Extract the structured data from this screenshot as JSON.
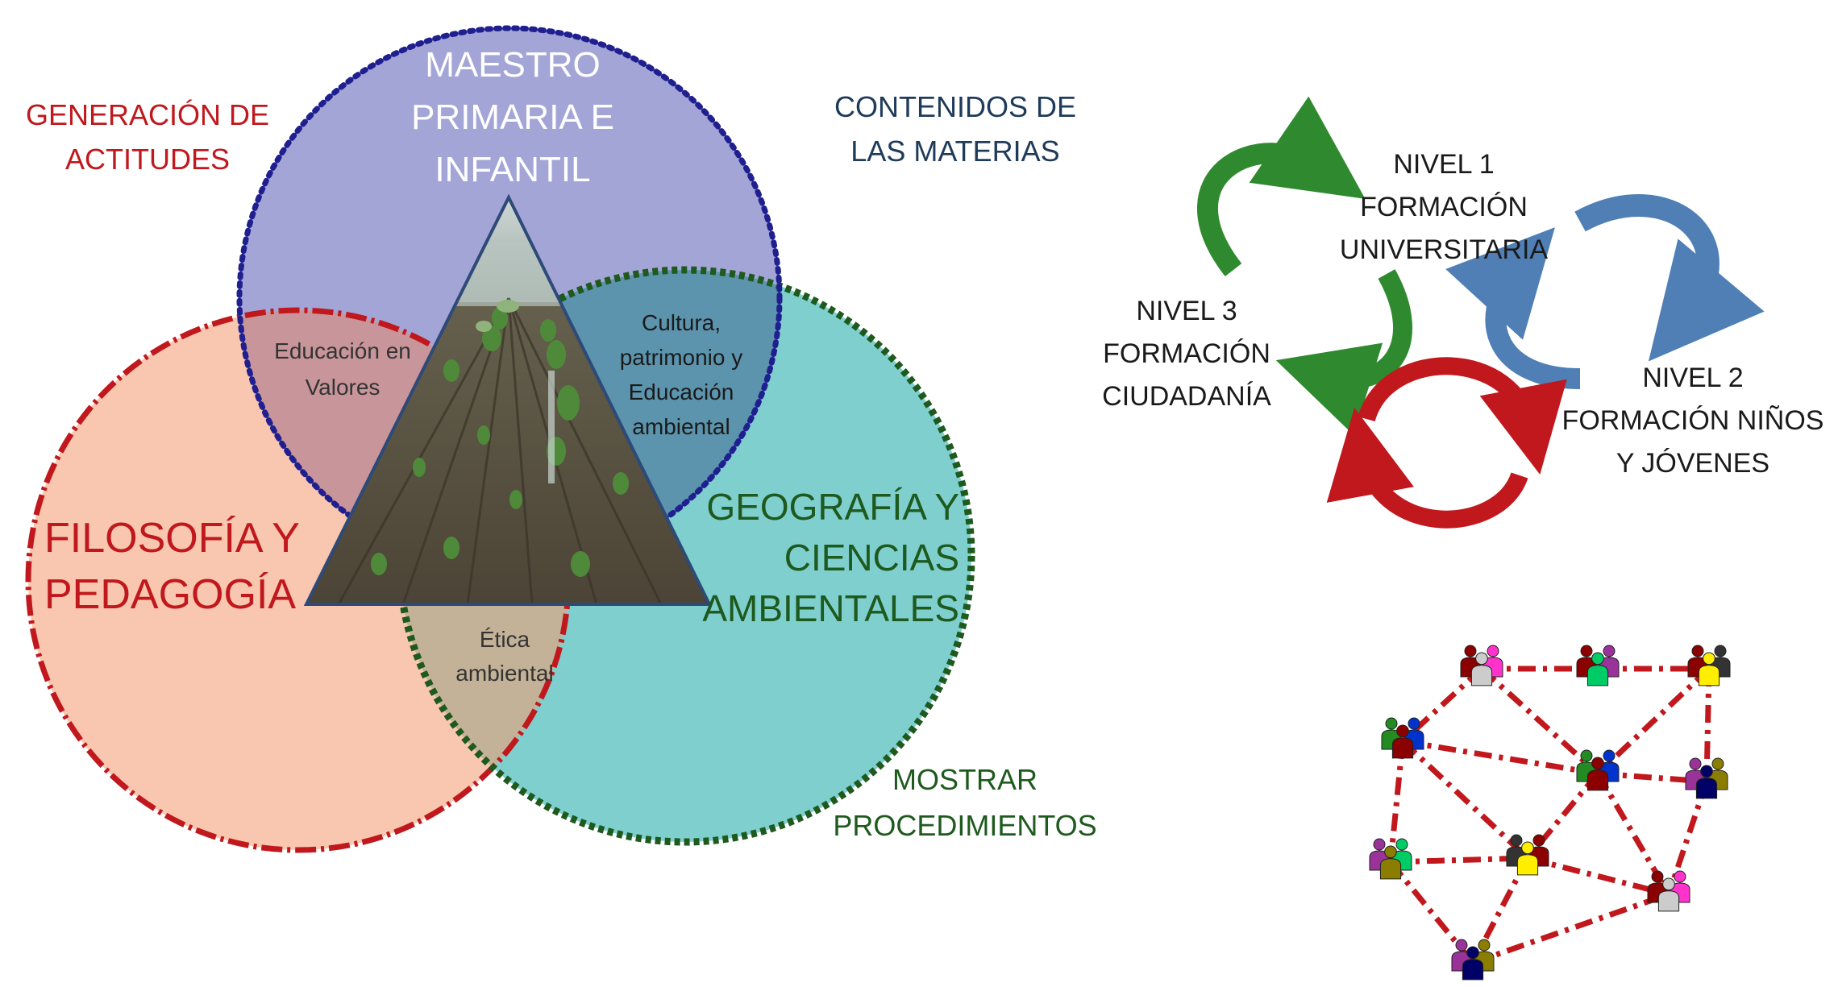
{
  "venn": {
    "labels": {
      "maestro": [
        "MAESTRO",
        "PRIMARIA E",
        "INFANTIL"
      ],
      "filosofia": [
        "FILOSOFÍA Y",
        "PEDAGOGÍA"
      ],
      "geografia": [
        "GEOGRAFÍA Y",
        "CIENCIAS",
        "AMBIENTALES"
      ],
      "educacion_valores": [
        "Educación en",
        "Valores"
      ],
      "cultura": [
        "Cultura,",
        "patrimonio y",
        "Educación",
        "ambiental"
      ],
      "etica": [
        "Ética",
        "ambiental"
      ]
    },
    "captions": {
      "generacion": [
        "GENERACIÓN DE",
        "ACTITUDES"
      ],
      "contenidos": [
        "CONTENIDOS DE",
        "LAS MATERIAS"
      ],
      "mostrar": [
        "MOSTRAR",
        "PROCEDIMIENTOS"
      ]
    },
    "colors": {
      "maestro_fill": "#9c9ed3",
      "maestro_border": "#1f1f8f",
      "filosofia_fill": "#f9c6b0",
      "filosofia_border": "#c0181c",
      "geografia_fill": "#7fcfcf",
      "geografia_border": "#1e5a1e",
      "red_text": "#c0181c",
      "navy_text": "#1f3b5a",
      "green_text": "#1e5a1e"
    }
  },
  "cycle": {
    "nivel1": [
      "NIVEL 1",
      "FORMACIÓN",
      "UNIVERSITARIA"
    ],
    "nivel2": [
      "NIVEL 2",
      "FORMACIÓN NIÑOS",
      "Y JÓVENES"
    ],
    "nivel3": [
      "NIVEL 3",
      "FORMACIÓN",
      "CIUDADANÍA"
    ],
    "colors": {
      "green": "#2f8a2f",
      "blue": "#4f7fb5",
      "red": "#c0181c"
    }
  },
  "network": {
    "line_color": "#c0181c",
    "nodes": [
      {
        "id": "n1",
        "colors": [
          "#8b0000",
          "#ff33cc",
          "#cccccc"
        ]
      },
      {
        "id": "n2",
        "colors": [
          "#8b0000",
          "#993399",
          "#00cc66"
        ]
      },
      {
        "id": "n3",
        "colors": [
          "#8b0000",
          "#333333",
          "#ffee00"
        ]
      },
      {
        "id": "n4",
        "colors": [
          "#228b22",
          "#0033cc",
          "#8b0000"
        ]
      },
      {
        "id": "n5",
        "colors": [
          "#228b22",
          "#0033cc",
          "#8b0000"
        ]
      },
      {
        "id": "n6",
        "colors": [
          "#993399",
          "#8b7d00",
          "#000066"
        ]
      },
      {
        "id": "n7",
        "colors": [
          "#993399",
          "#00cc66",
          "#8b7d00"
        ]
      },
      {
        "id": "n8",
        "colors": [
          "#333333",
          "#8b0000",
          "#ffee00"
        ]
      },
      {
        "id": "n9",
        "colors": [
          "#8b0000",
          "#ff33cc",
          "#cccccc"
        ]
      },
      {
        "id": "n10",
        "colors": [
          "#993399",
          "#8b7d00",
          "#000066"
        ]
      }
    ],
    "edges": [
      [
        "n1",
        "n2"
      ],
      [
        "n2",
        "n3"
      ],
      [
        "n1",
        "n4"
      ],
      [
        "n1",
        "n5"
      ],
      [
        "n3",
        "n5"
      ],
      [
        "n3",
        "n6"
      ],
      [
        "n4",
        "n5"
      ],
      [
        "n4",
        "n7"
      ],
      [
        "n4",
        "n8"
      ],
      [
        "n5",
        "n6"
      ],
      [
        "n5",
        "n8"
      ],
      [
        "n5",
        "n9"
      ],
      [
        "n7",
        "n8"
      ],
      [
        "n8",
        "n9"
      ],
      [
        "n6",
        "n9"
      ],
      [
        "n7",
        "n10"
      ],
      [
        "n10",
        "n9"
      ],
      [
        "n8",
        "n10"
      ]
    ]
  }
}
